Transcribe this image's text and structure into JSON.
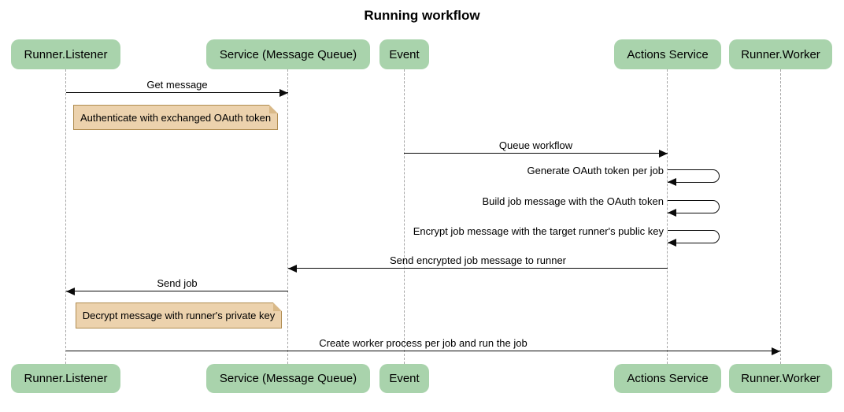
{
  "title": "Running workflow",
  "actors": [
    {
      "id": "runner-listener",
      "label": "Runner.Listener"
    },
    {
      "id": "service-message-queue",
      "label": "Service (Message Queue)"
    },
    {
      "id": "event",
      "label": "Event"
    },
    {
      "id": "actions-service",
      "label": "Actions Service"
    },
    {
      "id": "runner-worker",
      "label": "Runner.Worker"
    }
  ],
  "messages": [
    {
      "label": "Get message",
      "from": "Runner.Listener",
      "to": "Service (Message Queue)",
      "type": "solid-arrow"
    },
    {
      "label": "Queue workflow",
      "from": "Event",
      "to": "Actions Service",
      "type": "solid-arrow"
    },
    {
      "label": "Generate OAuth token per job",
      "from": "Actions Service",
      "to": "Actions Service",
      "type": "self"
    },
    {
      "label": "Build job message with the OAuth token",
      "from": "Actions Service",
      "to": "Actions Service",
      "type": "self"
    },
    {
      "label": "Encrypt job message with the target runner's public key",
      "from": "Actions Service",
      "to": "Actions Service",
      "type": "self"
    },
    {
      "label": "Send encrypted job message to runner",
      "from": "Actions Service",
      "to": "Service (Message Queue)",
      "type": "solid-arrow"
    },
    {
      "label": "Send job",
      "from": "Service (Message Queue)",
      "to": "Runner.Listener",
      "type": "solid-arrow"
    },
    {
      "label": "Create worker process per job and run the job",
      "from": "Runner.Listener",
      "to": "Runner.Worker",
      "type": "solid-arrow"
    }
  ],
  "notes": [
    {
      "label": "Authenticate with exchanged OAuth token",
      "over": "Runner.Listener"
    },
    {
      "label": "Decrypt message with runner's private key",
      "over": "Runner.Listener"
    }
  ],
  "colors": {
    "actor_fill": "#a9d3ac",
    "note_fill": "#ecd2ad",
    "note_border": "#b08c50",
    "message_line": "#0a0a0a",
    "lifeline": "#a6a6a6",
    "background": "#ffffff",
    "text": "#111111"
  }
}
